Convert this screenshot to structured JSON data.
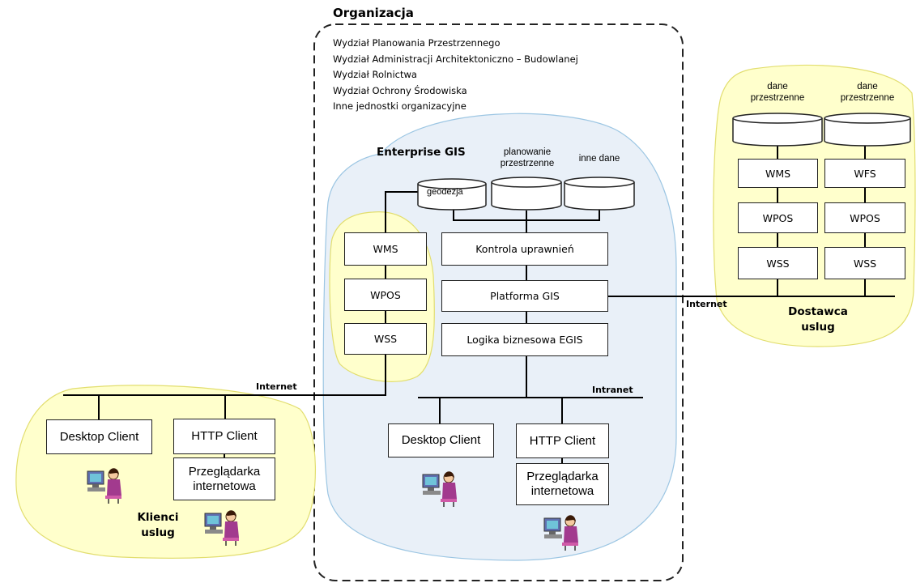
{
  "organization": {
    "title": "Organizacja",
    "departments": [
      "Wydział Planowania Przestrzennego",
      "Wydział Administracji Architektoniczno – Budowlanej",
      "Wydział Rolnictwa",
      "Wydział Ochrony Środowiska",
      "Inne jednostki organizacyjne"
    ]
  },
  "enterprise_gis": {
    "title": "Enterprise GIS",
    "databases": {
      "geodezja": "geodezja",
      "planowanie_line1": "planowanie",
      "planowanie_line2": "przestrzenne",
      "inne": "inne dane"
    },
    "services": [
      "WMS",
      "WPOS",
      "WSS"
    ],
    "layers": [
      "Kontrola uprawnień",
      "Platforma GIS",
      "Logika biznesowa EGIS"
    ],
    "intranet_label": "Intranet",
    "desktop_client": "Desktop Client",
    "http_client": "HTTP Client",
    "browser_line1": "Przeglądarka",
    "browser_line2": "internetowa"
  },
  "provider": {
    "data_label_line1": "dane",
    "data_label_line2": "przestrzenne",
    "column1": [
      "WMS",
      "WPOS",
      "WSS"
    ],
    "column2": [
      "WFS",
      "WPOS",
      "WSS"
    ],
    "title_line1": "Dostawca",
    "title_line2": "uslug",
    "internet_label": "Internet"
  },
  "clients": {
    "desktop_client": "Desktop Client",
    "http_client": "HTTP Client",
    "browser_line1": "Przeglądarka",
    "browser_line2": "internetowa",
    "title_line1": "Klienci",
    "title_line2": "uslug",
    "internet_label": "Internet"
  },
  "colors": {
    "enterprise_fill": "#e9f0f8",
    "enterprise_stroke": "#9cc6e3",
    "yellow_fill": "#ffffcc",
    "yellow_stroke": "#e2de6f",
    "line": "#000000"
  }
}
